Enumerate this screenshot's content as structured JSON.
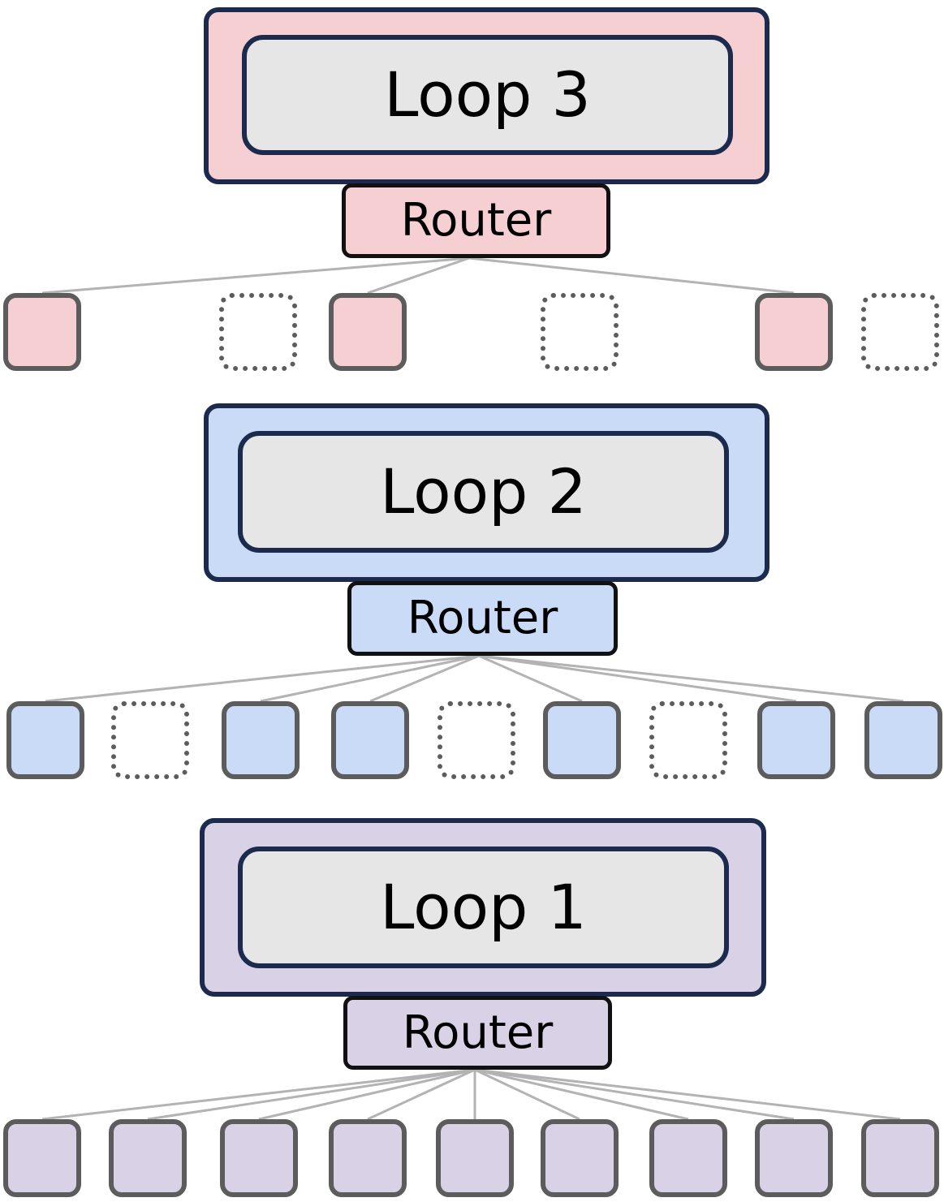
{
  "loops": [
    {
      "label": "Loop 3",
      "router_label": "Router",
      "fill": "#f6cfd3",
      "nodes": [
        true,
        false,
        true,
        false,
        true,
        false
      ]
    },
    {
      "label": "Loop 2",
      "router_label": "Router",
      "fill": "#c9dbf7",
      "nodes": [
        true,
        false,
        true,
        true,
        false,
        true,
        false,
        true,
        true
      ]
    },
    {
      "label": "Loop 1",
      "router_label": "Router",
      "fill": "#d9d2e7",
      "nodes": [
        true,
        true,
        true,
        true,
        true,
        true,
        true,
        true,
        true
      ]
    }
  ],
  "colors": {
    "border_dark": "#1c2b4d",
    "inner_fill": "#e6e6e6",
    "node_border": "#5c5c5c",
    "connector": "#b3b3b3"
  }
}
